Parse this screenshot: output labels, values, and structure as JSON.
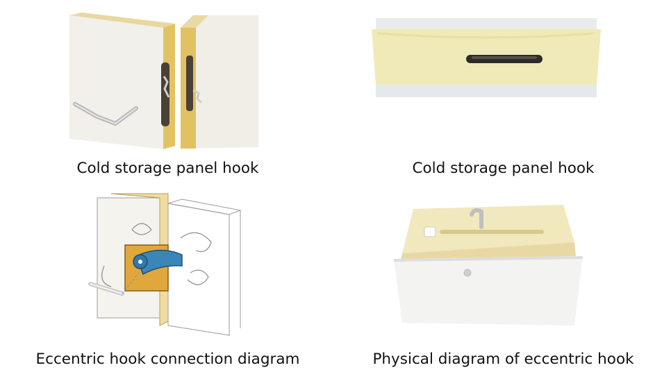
{
  "captions": {
    "top_left": "Cold storage panel hook",
    "top_right": "Cold storage panel hook",
    "bottom_left": "Eccentric hook connection diagram",
    "bottom_right": "Physical diagram of eccentric hook"
  },
  "colors": {
    "panel_face": "#f1efe7",
    "foam_core": "#e6c66a",
    "hook_handle": "#2a2a2a",
    "diagram_blue": "#3b86b8"
  }
}
